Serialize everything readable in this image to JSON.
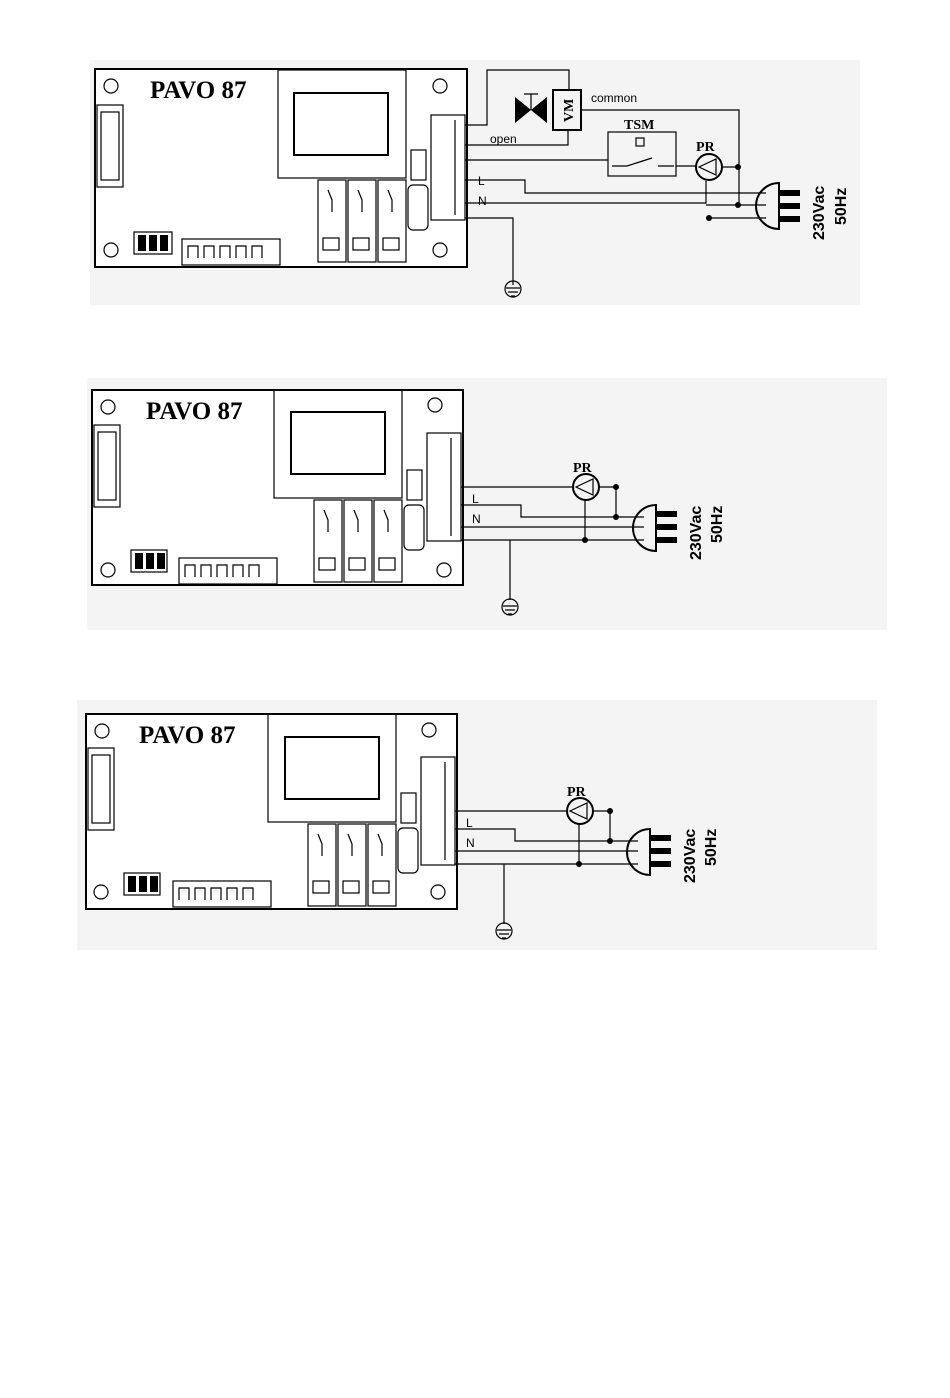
{
  "diagrams": [
    {
      "board_title": "PAVO 87",
      "labels": {
        "valve": "VM",
        "valve_common": "common",
        "valve_open": "open",
        "thermostat": "TSM",
        "pump": "PR",
        "line": "L",
        "neutral": "N",
        "voltage": "230Vac",
        "frequency": "50Hz"
      }
    },
    {
      "board_title": "PAVO 87",
      "labels": {
        "pump": "PR",
        "line": "L",
        "neutral": "N",
        "voltage": "230Vac",
        "frequency": "50Hz"
      }
    },
    {
      "board_title": "PAVO 87",
      "labels": {
        "pump": "PR",
        "line": "L",
        "neutral": "N",
        "voltage": "230Vac",
        "frequency": "50Hz"
      }
    }
  ]
}
